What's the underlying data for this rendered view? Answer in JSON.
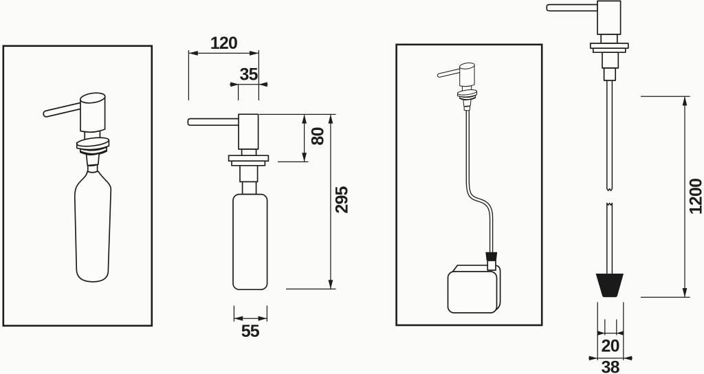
{
  "colors": {
    "background": "#fbfbf9",
    "line": "#1d1d1b",
    "solid_black": "#1a1a1a"
  },
  "dimensions": {
    "front_view": {
      "projection": "120",
      "pump_width": "35",
      "above_counter_height": "80",
      "overall_height": "295",
      "bottle_width": "55"
    },
    "tube_view": {
      "tube_length": "1200",
      "foot_tip_width": "20",
      "foot_width": "38"
    }
  }
}
